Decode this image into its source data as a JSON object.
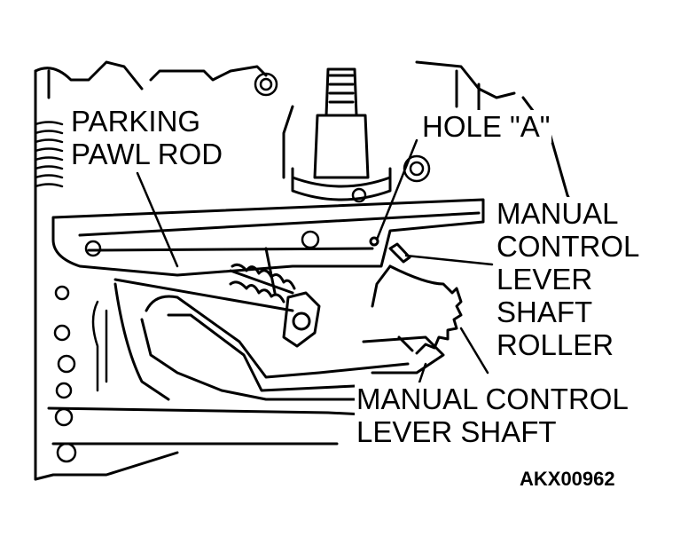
{
  "labels": {
    "parking_pawl_rod": [
      "PARKING",
      "PAWL ROD"
    ],
    "hole_a": "HOLE \"A\"",
    "manual_control_lever_shaft_roller": [
      "MANUAL",
      "CONTROL",
      "LEVER",
      "SHAFT",
      "ROLLER"
    ],
    "manual_control_lever_shaft": [
      "MANUAL CONTROL",
      "LEVER SHAFT"
    ]
  },
  "figure_code": "AKX00962",
  "colors": {
    "line": "#000000",
    "background": "#ffffff"
  }
}
